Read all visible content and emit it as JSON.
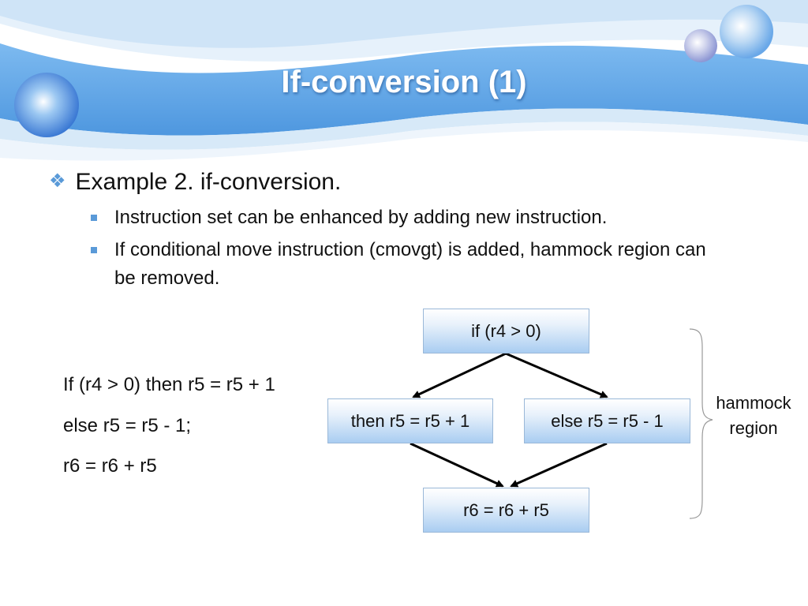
{
  "slide": {
    "title": "If-conversion (1)",
    "bullet": "Example 2. if-conversion.",
    "sub_bullets": [
      "Instruction set can be enhanced by adding new instruction.",
      "If conditional move instruction (cmovgt) is added, hammock region can be removed."
    ]
  },
  "code": [
    "If (r4 > 0) then r5 = r5 + 1",
    "else r5 = r5 - 1;",
    "r6 = r6 + r5"
  ],
  "diagram": {
    "nodes": {
      "condition": "if (r4 > 0)",
      "then": "then r5 = r5 + 1",
      "else": "else r5 = r5 - 1",
      "merge": "r6 = r6 + r5"
    },
    "region_label": "hammock region"
  },
  "colors": {
    "header_blue": "#5da6e6",
    "bullet_accent": "#5a9ad8"
  }
}
